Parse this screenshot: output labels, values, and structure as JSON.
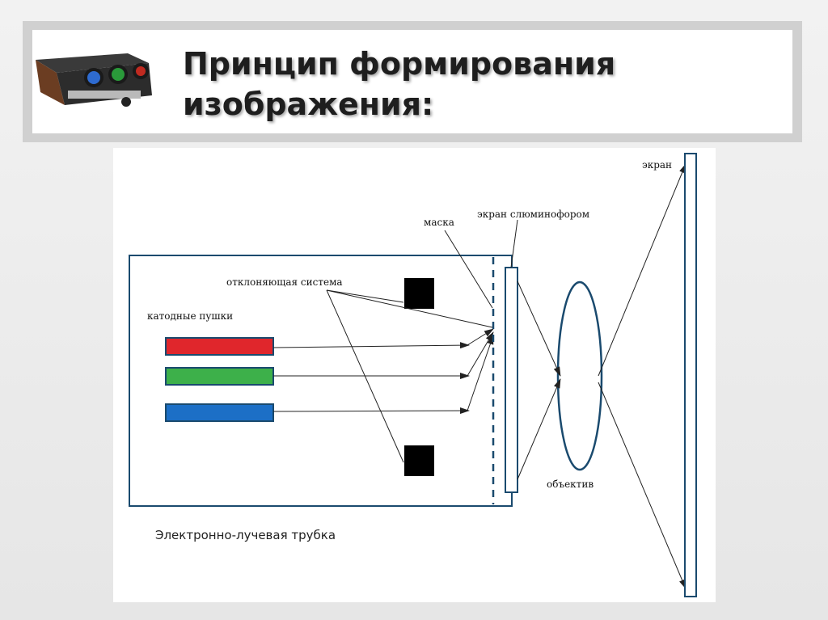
{
  "slide": {
    "title_line1": "Принцип формирования",
    "title_line2": "изображения:"
  },
  "diagram": {
    "labels": {
      "screen": "экран",
      "mask": "маска",
      "phosphor_screen": "экран слюминофором",
      "deflection_system": "отклоняющая система",
      "cathode_guns": "катодные пушки",
      "lens": "объектив",
      "crt_caption": "Электронно-лучевая трубка"
    },
    "colors": {
      "gun_red": "#e0262c",
      "gun_green": "#3db04a",
      "gun_blue": "#1c6fc6",
      "outline": "#1a4a6e"
    }
  }
}
